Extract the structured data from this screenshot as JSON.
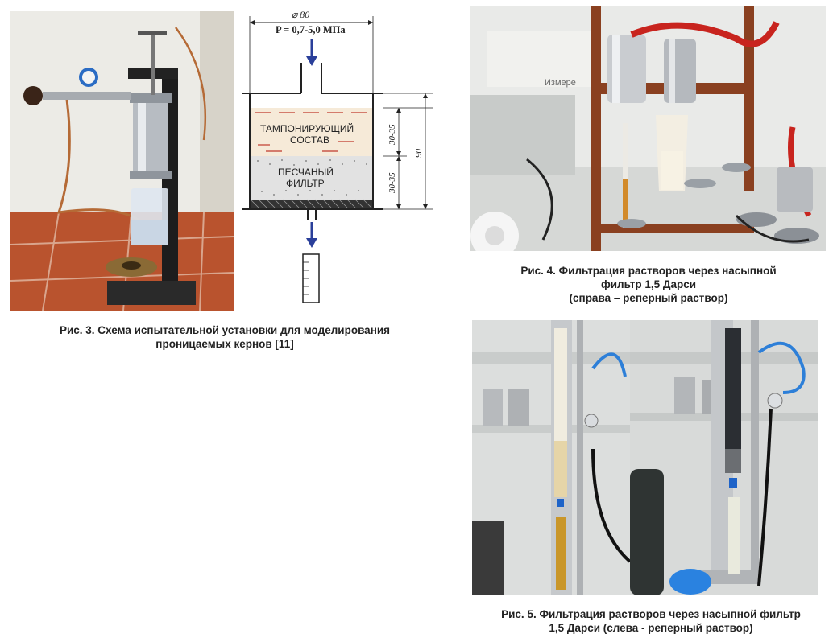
{
  "fig3": {
    "caption_line1": "Рис. 3. Схема испытательной установки для моделирования",
    "caption_line2": "проницаемых кернов [11]",
    "diagram": {
      "diameter": "⌀ 80",
      "pressure": "P = 0,7-5,0 МПа",
      "layer1_line1": "ТАМПОНИРУЮЩИЙ",
      "layer1_line2": "СОСТАВ",
      "layer2_line1": "ПЕСЧАНЫЙ",
      "layer2_line2": "ФИЛЬТР",
      "dim_upper": "30-35",
      "dim_lower": "30-35",
      "dim_total": "90"
    }
  },
  "fig4": {
    "caption_line1": "Рис. 4. Фильтрация растворов через насыпной",
    "caption_line2": "фильтр 1,5 Дарси",
    "caption_line3": "(справа – реперный раствор)",
    "photo_label": "Измере"
  },
  "fig5": {
    "caption_line1": "Рис. 5. Фильтрация растворов через насыпной фильтр",
    "caption_line2": "1,5 Дарси (слева - реперный раствор)"
  },
  "colors": {
    "arrow_blue": "#2a3f9a",
    "brick": "#b8522d",
    "frame_brown": "#8a4020",
    "steel": "#c9ccd0"
  }
}
